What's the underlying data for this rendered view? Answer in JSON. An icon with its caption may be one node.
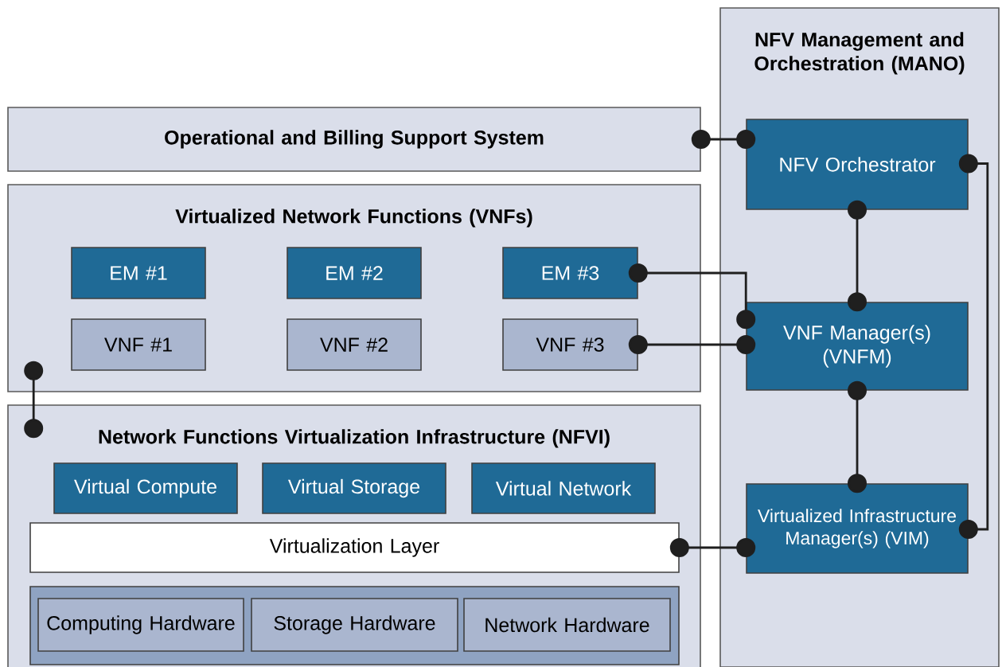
{
  "diagram": {
    "nodes": [
      {
        "text": [
          "NFV Management and Orchestration (MANO)"
        ]
      },
      {
        "text": [
          "Operational and Billing Support System"
        ]
      },
      {
        "text": [
          "Virtualized Network Functions (VNFs)"
        ]
      },
      {
        "text": [
          "EM #1"
        ],
        "in": 2
      },
      {
        "text": [
          "EM #2"
        ],
        "in": 2
      },
      {
        "text": [
          "EM #3"
        ],
        "in": 2
      },
      {
        "text": [
          "VNF #1"
        ],
        "in": 2
      },
      {
        "text": [
          "VNF #2"
        ],
        "in": 2
      },
      {
        "text": [
          "VNF #3"
        ],
        "in": 2
      },
      {
        "text": [
          "Network Functions Virtualization Infrastructure (NFVI)"
        ]
      },
      {
        "text": [
          "Virtual Compute"
        ],
        "in": 9
      },
      {
        "text": [
          "Virtual Storage"
        ],
        "in": 9
      },
      {
        "text": [
          "Virtual Network"
        ],
        "in": 9
      },
      {
        "text": [
          "Virtualization Layer"
        ],
        "in": 9
      },
      {
        "text": [],
        "shape": "box",
        "in": 9
      },
      {
        "text": [
          "Computing Hardware"
        ],
        "in": 14
      },
      {
        "text": [
          "Storage Hardware"
        ],
        "in": 14
      },
      {
        "text": [
          "Network Hardware"
        ],
        "in": 14
      },
      {
        "text": [
          "NFV Orchestrator"
        ],
        "in": 0
      },
      {
        "text": [
          "VNF Manager(s) (VNFM)"
        ],
        "in": 0
      },
      {
        "text": [
          "Virtualized Infrastructure Manager(s) (VIM)"
        ],
        "in": 0
      }
    ],
    "edges": [
      {
        "from": 1,
        "to": 18,
        "arrow": "other"
      },
      {
        "from": 18,
        "to": 19,
        "arrow": "other"
      },
      {
        "from": 5,
        "to": 19,
        "arrow": "other"
      },
      {
        "from": 8,
        "to": 19,
        "arrow": "other"
      },
      {
        "from": 19,
        "to": 20,
        "arrow": "other"
      },
      {
        "from": 13,
        "to": 20,
        "arrow": "other"
      },
      {
        "from": 18,
        "to": 20,
        "arrow": "other"
      },
      {
        "from": 2,
        "to": 9,
        "arrow": "other"
      }
    ]
  }
}
